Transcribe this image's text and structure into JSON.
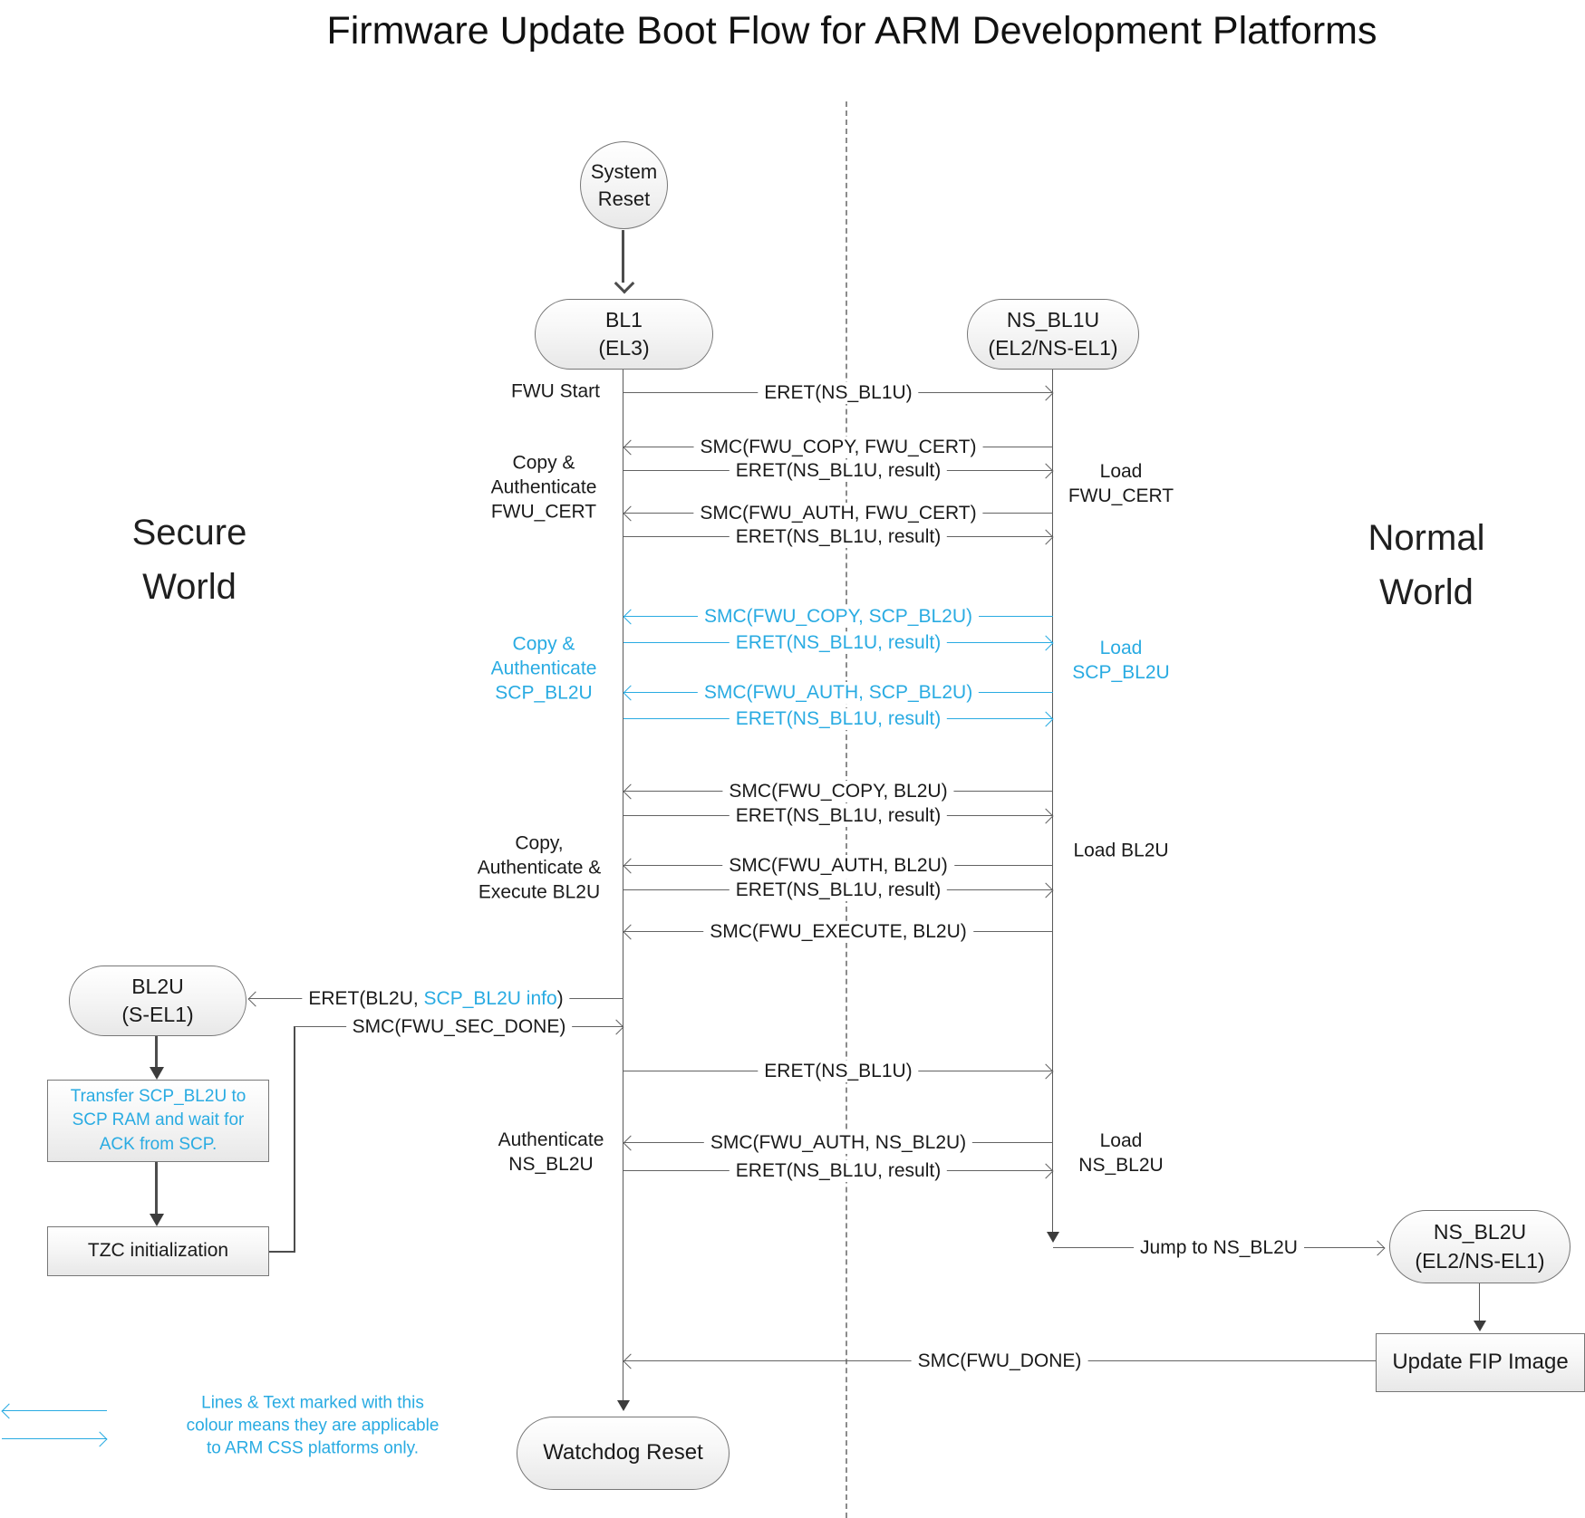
{
  "title": "Firmware Update Boot Flow for ARM Development Platforms",
  "regions": {
    "secure_world": "Secure\nWorld",
    "normal_world": "Normal\nWorld"
  },
  "nodes": {
    "system_reset": "System\nReset",
    "bl1": "BL1\n(EL3)",
    "ns_bl1u": "NS_BL1U\n(EL2/NS-EL1)",
    "bl2u": "BL2U\n(S-EL1)",
    "ns_bl2u": "NS_BL2U\n(EL2/NS-EL1)",
    "watchdog_reset": "Watchdog Reset",
    "transfer_scp": "Transfer SCP_BL2U to\nSCP RAM and wait for\nACK from SCP.",
    "tzc_init": "TZC initialization",
    "update_fip": "Update FIP Image"
  },
  "messages": [
    {
      "label": "ERET(NS_BL1U)",
      "direction": "right",
      "color": "black"
    },
    {
      "label": "SMC(FWU_COPY, FWU_CERT)",
      "direction": "left",
      "color": "black"
    },
    {
      "label": "ERET(NS_BL1U, result)",
      "direction": "right",
      "color": "black"
    },
    {
      "label": "SMC(FWU_AUTH, FWU_CERT)",
      "direction": "left",
      "color": "black"
    },
    {
      "label": "ERET(NS_BL1U, result)",
      "direction": "right",
      "color": "black"
    },
    {
      "label": "SMC(FWU_COPY, SCP_BL2U)",
      "direction": "left",
      "color": "cyan"
    },
    {
      "label": "ERET(NS_BL1U, result)",
      "direction": "right",
      "color": "cyan"
    },
    {
      "label": "SMC(FWU_AUTH, SCP_BL2U)",
      "direction": "left",
      "color": "cyan"
    },
    {
      "label": "ERET(NS_BL1U, result)",
      "direction": "right",
      "color": "cyan"
    },
    {
      "label": "SMC(FWU_COPY, BL2U)",
      "direction": "left",
      "color": "black"
    },
    {
      "label": "ERET(NS_BL1U, result)",
      "direction": "right",
      "color": "black"
    },
    {
      "label": "SMC(FWU_AUTH, BL2U)",
      "direction": "left",
      "color": "black"
    },
    {
      "label": "ERET(NS_BL1U, result)",
      "direction": "right",
      "color": "black"
    },
    {
      "label": "SMC(FWU_EXECUTE, BL2U)",
      "direction": "left",
      "color": "black"
    },
    {
      "label": "ERET(NS_BL1U)",
      "direction": "right",
      "color": "black"
    },
    {
      "label": "SMC(FWU_AUTH, NS_BL2U)",
      "direction": "left",
      "color": "black"
    },
    {
      "label": "ERET(NS_BL1U, result)",
      "direction": "right",
      "color": "black"
    }
  ],
  "special_messages": {
    "eret_bl2u_prefix": "ERET(BL2U, ",
    "eret_bl2u_highlight": "SCP_BL2U info",
    "eret_bl2u_suffix": ")",
    "smc_fwu_sec_done": "SMC(FWU_SEC_DONE)",
    "smc_fwu_done": "SMC(FWU_DONE)",
    "jump_to_ns_bl2u": "Jump to NS_BL2U"
  },
  "annotations": {
    "fwu_start": "FWU Start",
    "copy_auth_fwu_cert": "Copy &\nAuthenticate\nFWU_CERT",
    "load_fwu_cert": "Load\nFWU_CERT",
    "copy_auth_scp_bl2u": "Copy &\nAuthenticate\nSCP_BL2U",
    "load_scp_bl2u": "Load\nSCP_BL2U",
    "copy_auth_exec_bl2u": "Copy,\nAuthenticate &\nExecute BL2U",
    "load_bl2u": "Load BL2U",
    "auth_ns_bl2u": "Authenticate\nNS_BL2U",
    "load_ns_bl2u": "Load\nNS_BL2U"
  },
  "legend": {
    "text": "Lines & Text marked with this\ncolour means they are applicable\nto ARM CSS platforms only."
  },
  "colors": {
    "accent_cyan": "#29abe2",
    "line_gray": "#595959"
  }
}
